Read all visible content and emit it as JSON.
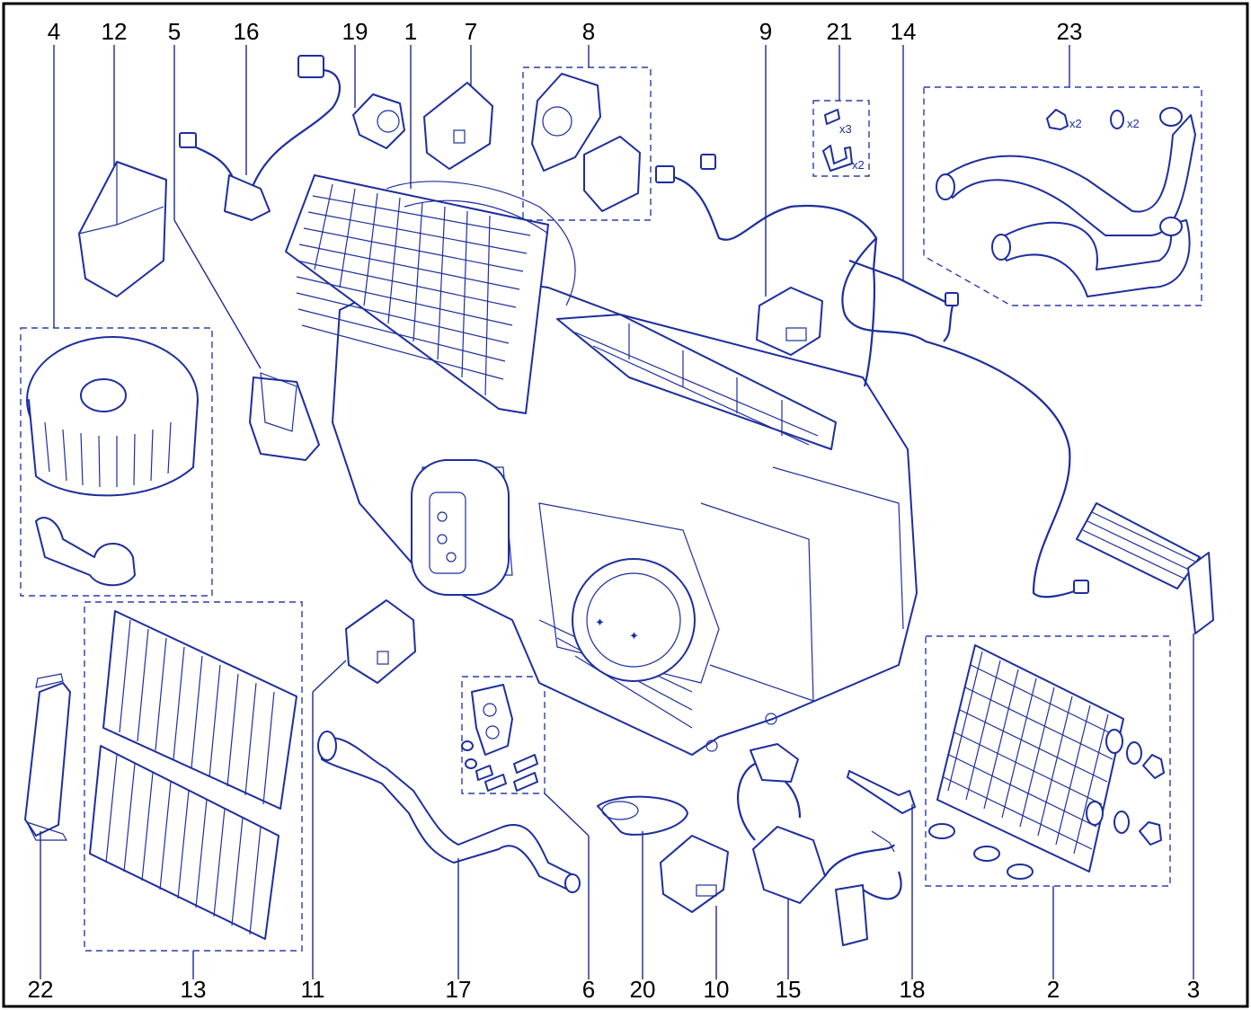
{
  "callouts": {
    "n1": "1",
    "n2": "2",
    "n3": "3",
    "n4": "4",
    "n5": "5",
    "n6": "6",
    "n7": "7",
    "n8": "8",
    "n9": "9",
    "n10": "10",
    "n11": "11",
    "n12": "12",
    "n13": "13",
    "n14": "14",
    "n15": "15",
    "n16": "16",
    "n17": "17",
    "n18": "18",
    "n19": "19",
    "n20": "20",
    "n21": "21",
    "n22": "22",
    "n23": "23"
  },
  "quantities": {
    "screws_21": "x3",
    "clips_21": "x2",
    "clips_23": "x2",
    "orings_23": "x2"
  },
  "colors": {
    "line_art": "#1d2e9e",
    "frame": "#000000",
    "background": "#ffffff"
  }
}
